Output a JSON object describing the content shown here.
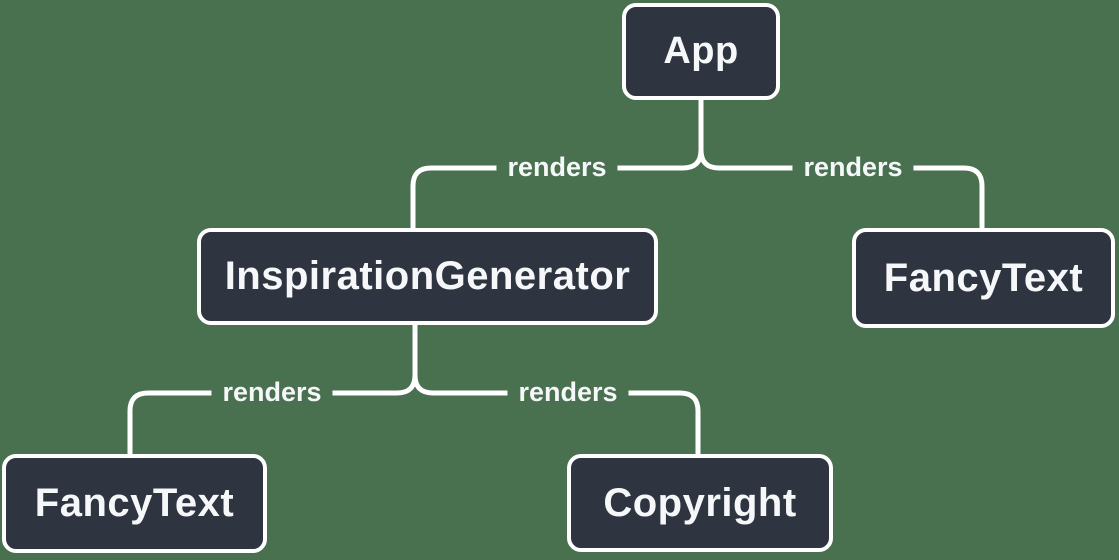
{
  "colors": {
    "background": "#497150",
    "node_fill": "#2E3440",
    "node_border": "#FFFFFF",
    "connector": "#FFFFFF",
    "text": "#F6F7F9"
  },
  "nodes": [
    {
      "id": "app",
      "label": "App"
    },
    {
      "id": "inspiration-generator",
      "label": "InspirationGenerator"
    },
    {
      "id": "fancy-text-top-right",
      "label": "FancyText"
    },
    {
      "id": "fancy-text-bottom-left",
      "label": "FancyText"
    },
    {
      "id": "copyright",
      "label": "Copyright"
    }
  ],
  "edges": [
    {
      "from": "App",
      "to": "InspirationGenerator",
      "label": "renders"
    },
    {
      "from": "App",
      "to": "FancyText",
      "label": "renders"
    },
    {
      "from": "InspirationGenerator",
      "to": "FancyText",
      "label": "renders"
    },
    {
      "from": "InspirationGenerator",
      "to": "Copyright",
      "label": "renders"
    }
  ]
}
